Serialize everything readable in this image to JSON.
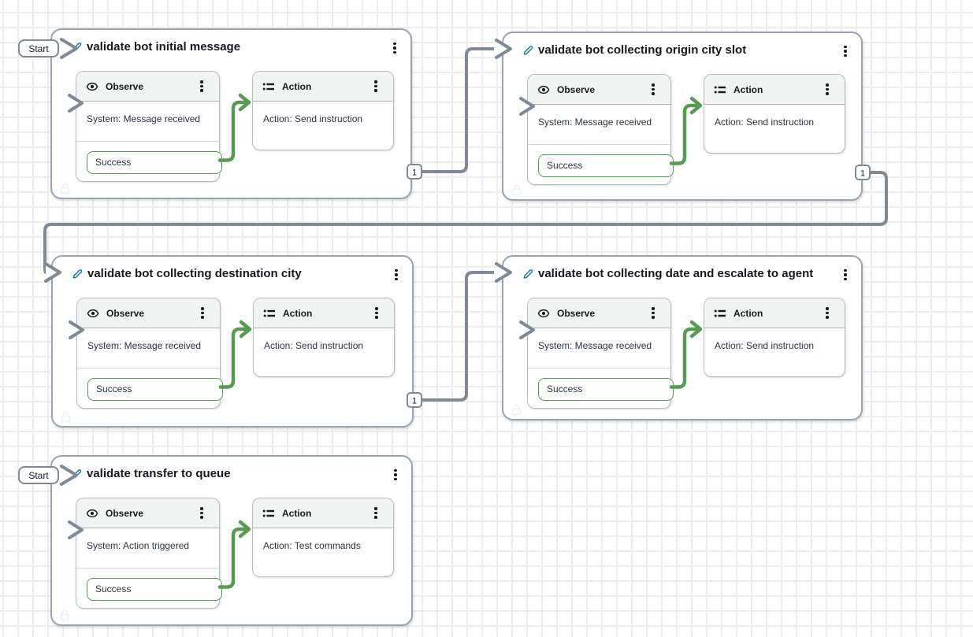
{
  "app": {
    "name": "contact-flow-test-canvas"
  },
  "labels": {
    "start": "Start"
  },
  "colors": {
    "connector_gray": "#7f8a96",
    "connector_green": "#579b53",
    "edit_icon_blue": "#0b74b8",
    "card_header_bg": "#f2f3f3",
    "block_border": "#9aa4b1",
    "grid_line": "#ededed",
    "text_dark": "#16191f"
  },
  "icons": {
    "edit": {
      "name": "pencil-icon",
      "glyph": "✎"
    },
    "observe": {
      "name": "eye-icon",
      "glyph": "👁"
    },
    "action": {
      "name": "list-icon",
      "glyph": "☰"
    },
    "menu": {
      "name": "kebab-menu-icon",
      "glyph": "⋮"
    },
    "lock": {
      "name": "lock-icon",
      "glyph": "🔒"
    },
    "input": {
      "name": "chevron-right-icon",
      "glyph": "❯"
    }
  },
  "blocks": [
    {
      "title": "validate bot initial message",
      "has_start": true,
      "port": "1",
      "observe": {
        "header": "Observe",
        "body": "System: Message received",
        "output": "Success"
      },
      "action": {
        "header": "Action",
        "body": "Action: Send instruction"
      }
    },
    {
      "title": "validate bot collecting origin city slot",
      "has_start": false,
      "port": "1",
      "observe": {
        "header": "Observe",
        "body": "System: Message received",
        "output": "Success"
      },
      "action": {
        "header": "Action",
        "body": "Action: Send instruction"
      }
    },
    {
      "title": "validate bot collecting destination city",
      "has_start": false,
      "port": "1",
      "observe": {
        "header": "Observe",
        "body": "System: Message received",
        "output": "Success"
      },
      "action": {
        "header": "Action",
        "body": "Action: Send instruction"
      }
    },
    {
      "title": "validate bot collecting date and escalate to agent",
      "has_start": false,
      "port": null,
      "observe": {
        "header": "Observe",
        "body": "System: Message received",
        "output": "Success"
      },
      "action": {
        "header": "Action",
        "body": "Action: Send instruction"
      }
    },
    {
      "title": "validate transfer to queue",
      "has_start": true,
      "port": null,
      "observe": {
        "header": "Observe",
        "body": "System: Action triggered",
        "output": "Success"
      },
      "action": {
        "header": "Action",
        "body": "Action: Test commands"
      }
    }
  ],
  "connections": [
    {
      "from_block": "validate bot initial message",
      "from_port": "1",
      "to_block": "validate bot collecting origin city slot"
    },
    {
      "from_block": "validate bot collecting origin city slot",
      "from_port": "1",
      "to_block": "validate bot collecting destination city"
    },
    {
      "from_block": "validate bot collecting destination city",
      "from_port": "1",
      "to_block": "validate bot collecting date and escalate to agent"
    },
    {
      "from_block": "validate bot initial message",
      "from_output": "Success",
      "to_card": "Action"
    },
    {
      "from_block": "validate bot collecting origin city slot",
      "from_output": "Success",
      "to_card": "Action"
    },
    {
      "from_block": "validate bot collecting destination city",
      "from_output": "Success",
      "to_card": "Action"
    },
    {
      "from_block": "validate bot collecting date and escalate to agent",
      "from_output": "Success",
      "to_card": "Action"
    },
    {
      "from_block": "validate transfer to queue",
      "from_output": "Success",
      "to_card": "Action"
    }
  ],
  "start_entries": [
    "validate bot initial message",
    "validate transfer to queue"
  ]
}
